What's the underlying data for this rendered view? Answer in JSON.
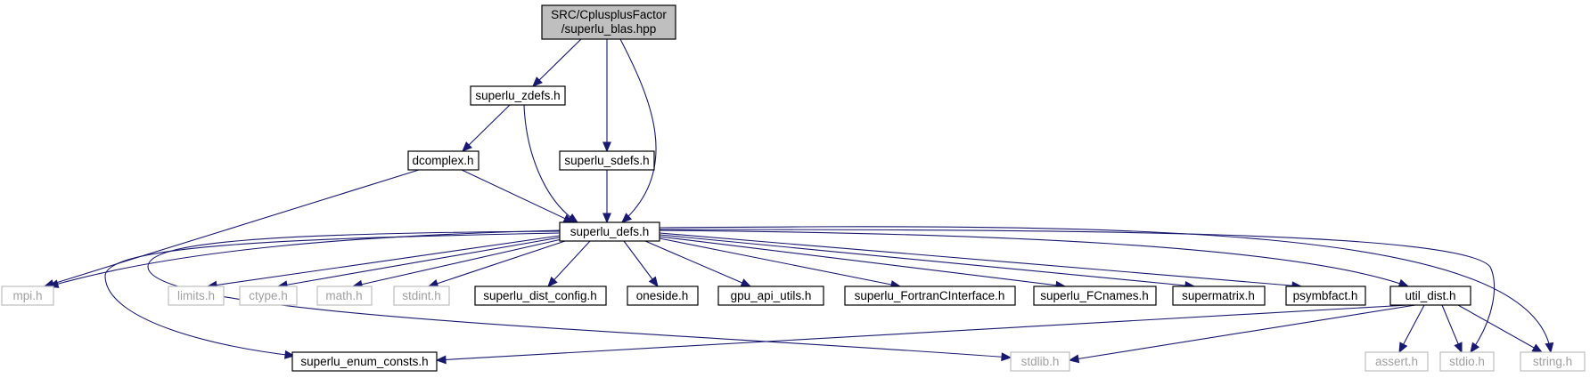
{
  "graph": {
    "root": {
      "lines": [
        "SRC/CplusplusFactor",
        "/superlu_blas.hpp"
      ]
    },
    "nodes": {
      "superlu_zdefs": {
        "label": "superlu_zdefs.h",
        "external": false
      },
      "superlu_sdefs": {
        "label": "superlu_sdefs.h",
        "external": false
      },
      "dcomplex": {
        "label": "dcomplex.h",
        "external": false
      },
      "superlu_defs": {
        "label": "superlu_defs.h",
        "external": false
      },
      "mpi": {
        "label": "mpi.h",
        "external": true
      },
      "limits": {
        "label": "limits.h",
        "external": true
      },
      "ctype": {
        "label": "ctype.h",
        "external": true
      },
      "math": {
        "label": "math.h",
        "external": true
      },
      "stdint": {
        "label": "stdint.h",
        "external": true
      },
      "superlu_dist_config": {
        "label": "superlu_dist_config.h",
        "external": false
      },
      "oneside": {
        "label": "oneside.h",
        "external": false
      },
      "gpu_api_utils": {
        "label": "gpu_api_utils.h",
        "external": false
      },
      "superlu_FortranCInterface": {
        "label": "superlu_FortranCInterface.h",
        "external": false
      },
      "superlu_FCnames": {
        "label": "superlu_FCnames.h",
        "external": false
      },
      "supermatrix": {
        "label": "supermatrix.h",
        "external": false
      },
      "psymbfact": {
        "label": "psymbfact.h",
        "external": false
      },
      "util_dist": {
        "label": "util_dist.h",
        "external": false
      },
      "superlu_enum_consts": {
        "label": "superlu_enum_consts.h",
        "external": false
      },
      "stdlib": {
        "label": "stdlib.h",
        "external": true
      },
      "assert": {
        "label": "assert.h",
        "external": true
      },
      "stdio": {
        "label": "stdio.h",
        "external": true
      },
      "string": {
        "label": "string.h",
        "external": true
      }
    },
    "edges": [
      [
        "root",
        "superlu_zdefs"
      ],
      [
        "root",
        "superlu_sdefs"
      ],
      [
        "root",
        "superlu_defs"
      ],
      [
        "superlu_zdefs",
        "dcomplex"
      ],
      [
        "superlu_zdefs",
        "superlu_defs"
      ],
      [
        "superlu_sdefs",
        "superlu_defs"
      ],
      [
        "dcomplex",
        "superlu_defs"
      ],
      [
        "dcomplex",
        "mpi"
      ],
      [
        "superlu_defs",
        "mpi"
      ],
      [
        "superlu_defs",
        "limits"
      ],
      [
        "superlu_defs",
        "ctype"
      ],
      [
        "superlu_defs",
        "math"
      ],
      [
        "superlu_defs",
        "stdint"
      ],
      [
        "superlu_defs",
        "superlu_dist_config"
      ],
      [
        "superlu_defs",
        "oneside"
      ],
      [
        "superlu_defs",
        "gpu_api_utils"
      ],
      [
        "superlu_defs",
        "superlu_FortranCInterface"
      ],
      [
        "superlu_defs",
        "superlu_FCnames"
      ],
      [
        "superlu_defs",
        "supermatrix"
      ],
      [
        "superlu_defs",
        "psymbfact"
      ],
      [
        "superlu_defs",
        "util_dist"
      ],
      [
        "superlu_defs",
        "superlu_enum_consts"
      ],
      [
        "superlu_defs",
        "stdlib"
      ],
      [
        "superlu_defs",
        "stdio"
      ],
      [
        "superlu_defs",
        "string"
      ],
      [
        "util_dist",
        "superlu_enum_consts"
      ],
      [
        "util_dist",
        "stdlib"
      ],
      [
        "util_dist",
        "assert"
      ],
      [
        "util_dist",
        "stdio"
      ],
      [
        "util_dist",
        "string"
      ]
    ],
    "colors": {
      "edge": "#191970",
      "root_fill": "#bfbfbf",
      "external_border": "#bfbfbf",
      "external_text": "#a0a0a0",
      "node_border": "#000000"
    }
  }
}
